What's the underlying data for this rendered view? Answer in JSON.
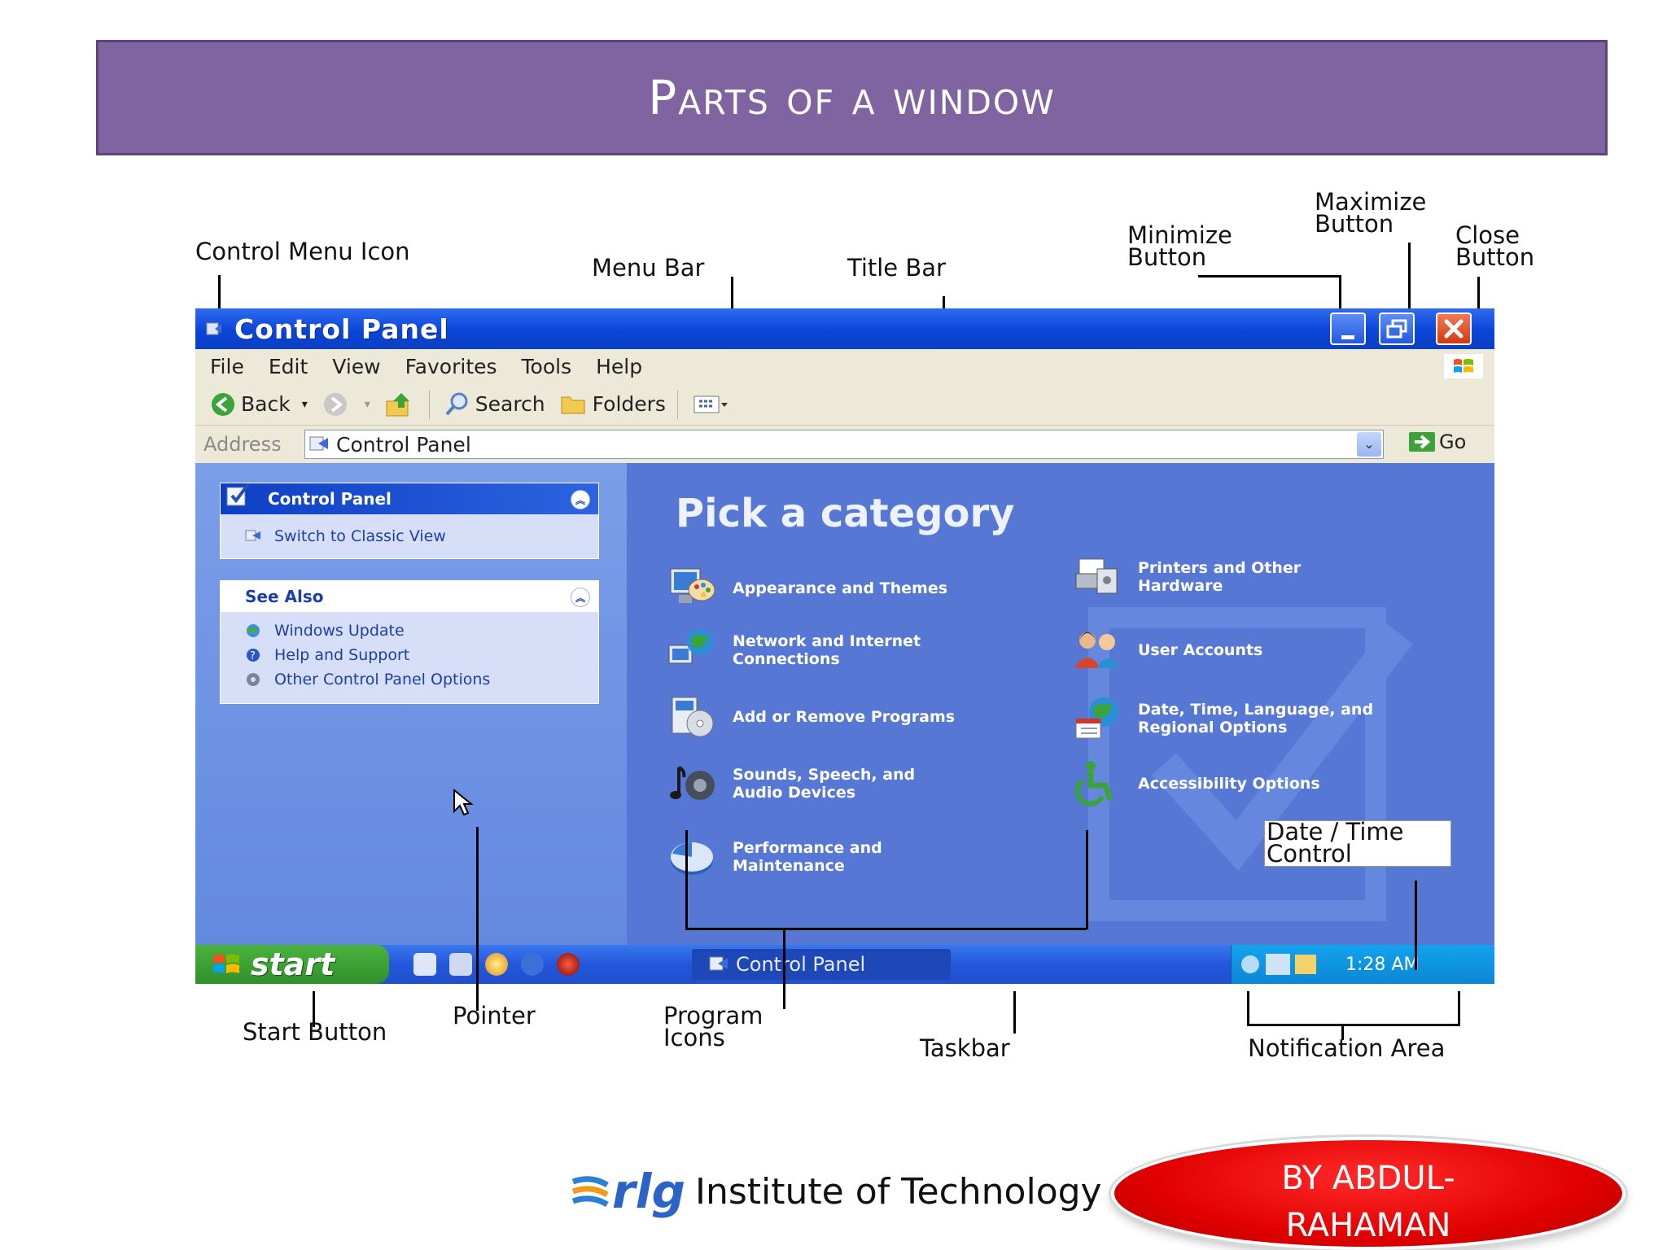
{
  "slide": {
    "title": "Parts of a window",
    "institute": "Institute of Technology",
    "logo_text": "rlg",
    "author": "BY ABDUL-RAHAMAN"
  },
  "callouts": {
    "control_menu_icon": "Control Menu Icon",
    "menu_bar": "Menu Bar",
    "title_bar": "Title Bar",
    "minimize_button": "Minimize\nButton",
    "maximize_button": "Maximize\nButton",
    "close_button": "Close\nButton",
    "date_time_control": "Date / Time\nControl",
    "start_button": "Start Button",
    "pointer": "Pointer",
    "program_icons": "Program\nIcons",
    "taskbar": "Taskbar",
    "notification_area": "Notification Area"
  },
  "window": {
    "title": "Control Panel",
    "menu": [
      "File",
      "Edit",
      "View",
      "Favorites",
      "Tools",
      "Help"
    ],
    "toolbar": {
      "back": "Back",
      "search": "Search",
      "folders": "Folders"
    },
    "address": {
      "label": "Address",
      "value": "Control Panel",
      "go": "Go"
    },
    "taskpane": {
      "control_panel": {
        "title": "Control Panel",
        "links": [
          "Switch to Classic View"
        ]
      },
      "see_also": {
        "title": "See Also",
        "links": [
          "Windows Update",
          "Help and Support",
          "Other Control Panel Options"
        ]
      }
    },
    "heading": "Pick a category",
    "categories": [
      {
        "label": "Appearance and Themes"
      },
      {
        "label": "Printers and Other\nHardware"
      },
      {
        "label": "Network and Internet\nConnections"
      },
      {
        "label": "User Accounts"
      },
      {
        "label": "Add or Remove Programs"
      },
      {
        "label": "Date, Time, Language, and\nRegional Options"
      },
      {
        "label": "Sounds, Speech, and\nAudio Devices"
      },
      {
        "label": "Accessibility Options"
      },
      {
        "label": "Performance and\nMaintenance"
      }
    ],
    "taskbar": {
      "start": "start",
      "task": "Control Panel",
      "clock": "1:28 AM"
    }
  },
  "colors": {
    "header_bg": "#8063a1",
    "title_bar": "#0a45d8",
    "panel_bg": "#5678d4",
    "start_green": "#3fa535",
    "badge_red": "#e10000"
  }
}
